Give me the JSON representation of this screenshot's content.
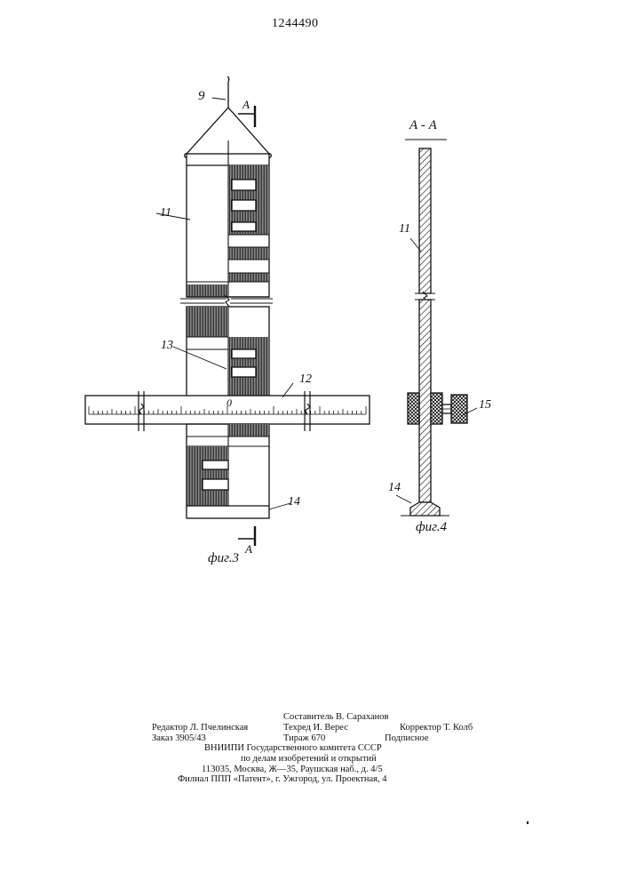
{
  "patent_number": "1244490",
  "fig3": {
    "caption": "фиг.3",
    "labels": {
      "rope": "9",
      "staff": "11",
      "sliding_bar": "12",
      "mark": "13",
      "base": "14",
      "zero": "0",
      "section_mark": "А"
    }
  },
  "fig4": {
    "caption": "фиг.4",
    "section_title": "А - А",
    "labels": {
      "staff": "11",
      "screw": "15",
      "base": "14"
    }
  },
  "imprint": {
    "editor": "Редактор Л. Пчелинская",
    "compiler": "Составитель В. Сараханов",
    "tech_editor": "Техред И. Верес",
    "corrector": "Корректор Т. Колб",
    "order": "Заказ 3905/43",
    "circulation": "Тираж 670",
    "subscription": "Подписное",
    "org_line1": "ВНИИПИ  Государственного  комитета  СССР",
    "org_line2": "по  делам  изобретений  и  открытий",
    "address": "113035,  Москва,  Ж—35,  Раушская  наб.,  д.  4/5",
    "branch": "Филиал  ППП  «Патент»,  г.  Ужгород,  ул.  Проектная,  4"
  }
}
